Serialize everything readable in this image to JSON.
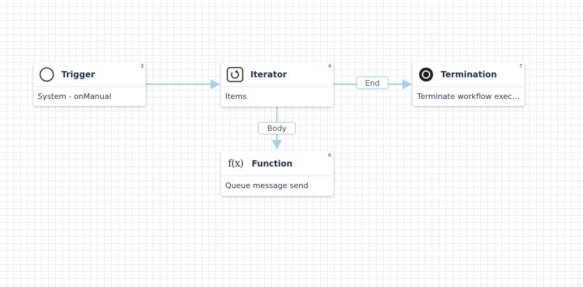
{
  "workflow": {
    "nodes": [
      {
        "key": "trigger",
        "id_badge": "3",
        "title": "Trigger",
        "subtitle": "System - onManual",
        "icon": "circle-outline-icon"
      },
      {
        "key": "iterator",
        "id_badge": "4",
        "title": "Iterator",
        "subtitle": "Items",
        "icon": "loop-icon"
      },
      {
        "key": "termination",
        "id_badge": "7",
        "title": "Termination",
        "subtitle": "Terminate workflow execution",
        "icon": "record-stop-icon"
      },
      {
        "key": "function",
        "id_badge": "6",
        "title": "Function",
        "subtitle": "Queue message send",
        "icon": "function-fx-icon",
        "icon_text": "f(x)"
      }
    ],
    "edges": [
      {
        "from": "trigger",
        "to": "iterator",
        "label": ""
      },
      {
        "from": "iterator",
        "to": "termination",
        "label": "End"
      },
      {
        "from": "iterator",
        "to": "function",
        "label": "Body"
      }
    ]
  },
  "colors": {
    "edge": "#a9cfe6",
    "grid": "#ededed",
    "title_text": "#1f2f46"
  }
}
